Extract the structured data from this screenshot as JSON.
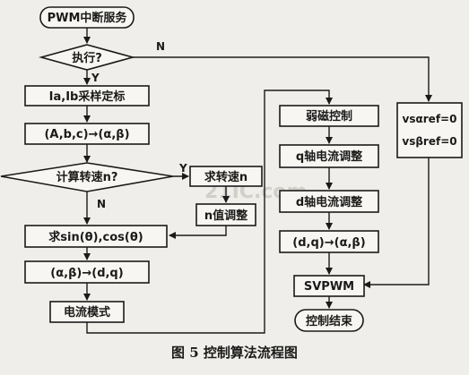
{
  "nodes": {
    "pwm_service": "PWM中断服务",
    "execute": "执行?",
    "sample": "Ia,Ib采样定标",
    "abc_to_ab": "(A,b,c)→(α,β)",
    "calc_speed": "计算转速n?",
    "find_speed": "求转速n",
    "n_adjust": "n值调整",
    "sin_cos": "求sin(θ),cos(θ)",
    "ab_to_dq": "(α,β)→(d,q)",
    "current_model": "电流模式",
    "flux_weaken": "弱磁控制",
    "q_current": "q轴电流调整",
    "d_current": "d轴电流调整",
    "dq_to_ab": "(d,q)→(α,β)",
    "svpwm": "SVPWM",
    "end": "控制结束",
    "v_alpha": "vsαref=0",
    "v_beta": "vsβref=0"
  },
  "edge_labels": {
    "exec_no": "N",
    "exec_yes": "Y",
    "calc_yes": "Y",
    "calc_no": "N"
  },
  "watermark": "21IC.com",
  "caption": "图 5  控制算法流程图"
}
